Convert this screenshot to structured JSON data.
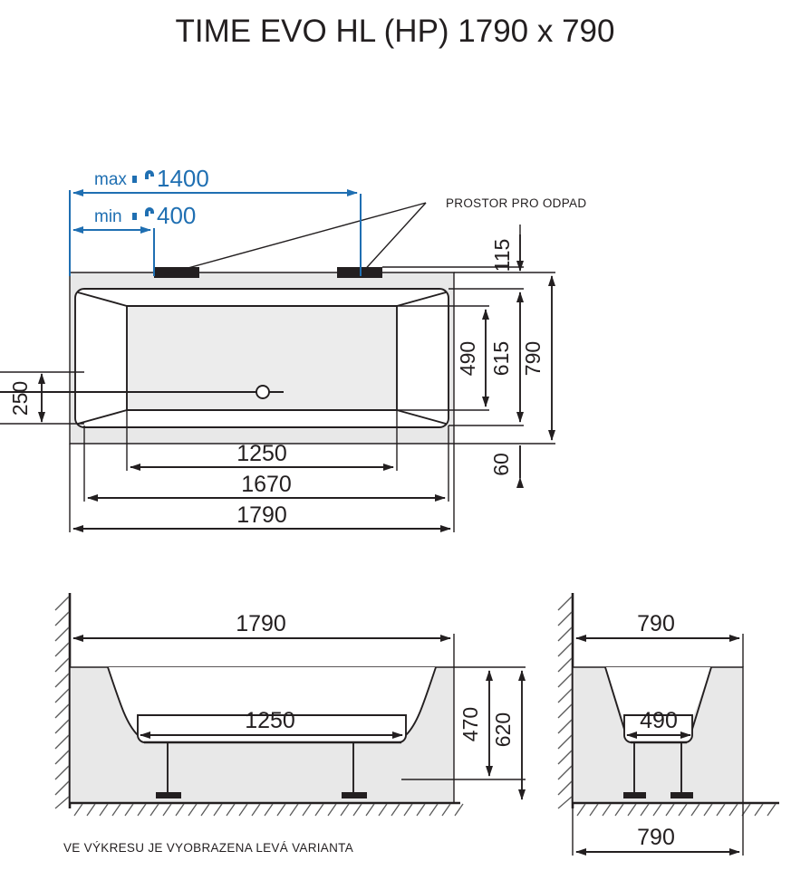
{
  "title": "TIME EVO HL (HP) 1790 x 790",
  "footer_note": "VE VÝKRESU JE VYOBRAZENA LEVÁ VARIANTA",
  "colors": {
    "dimension_blue": "#1f6fb2",
    "line_black": "#231f20",
    "body_fill": "#e8e8e8"
  },
  "annotations": {
    "waste_space": "PROSTOR PRO ODPAD"
  },
  "plan_view": {
    "name": "top-view",
    "blue_dimensions": [
      {
        "prefix": "max",
        "icon": "faucet-icon",
        "value": "1400"
      },
      {
        "prefix": "min",
        "icon": "faucet-icon",
        "value": "400"
      }
    ],
    "horizontal_dimensions": [
      "1250",
      "1670",
      "1790"
    ],
    "vertical_dimensions_right": [
      "115",
      "490",
      "615",
      "790",
      "60"
    ],
    "vertical_dimension_left": "250"
  },
  "front_elevation": {
    "name": "front-view",
    "dimensions": {
      "overall_length": "1790",
      "base_length": "1250",
      "inner_height": "470",
      "overall_height": "620"
    }
  },
  "side_elevation": {
    "name": "side-view",
    "dimensions": {
      "top_width": "790",
      "base_width": "490",
      "bottom_width": "790"
    }
  }
}
